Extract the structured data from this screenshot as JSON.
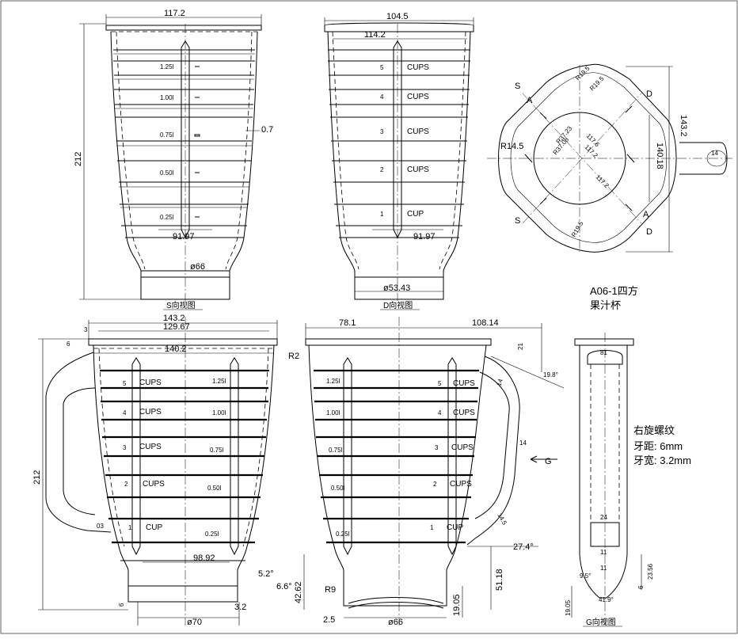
{
  "title": {
    "line1": "A06-1四方",
    "line2": "果汁杯"
  },
  "thread_note": {
    "line1": "右旋螺纹",
    "line2": "牙距: 6mm",
    "line3": "牙宽: 3.2mm"
  },
  "views": {
    "s_view": {
      "caption": "S向视图",
      "dims": {
        "top_width": "117.2",
        "height": "212",
        "inner_width": "91.97",
        "base_dia": "ø66",
        "rib": "0.7"
      },
      "scale": [
        "1.25l",
        "1.00l",
        "0.75l",
        "0.50l",
        "0.25l"
      ]
    },
    "d_view": {
      "caption": "D向视图",
      "dims": {
        "top_width": "104.5",
        "second_width": "114.2",
        "inner_width": "91.97",
        "base_dia": "ø53.43"
      },
      "scale": [
        {
          "num": "5",
          "label": "CUPS"
        },
        {
          "num": "4",
          "label": "CUPS"
        },
        {
          "num": "3",
          "label": "CUPS"
        },
        {
          "num": "2",
          "label": "CUPS"
        },
        {
          "num": "1",
          "label": "CUP"
        }
      ]
    },
    "top_view": {
      "dims": {
        "r_top": "R19.5",
        "r_top2": "R19.5",
        "r_side": "R14.5",
        "r_bottom": "R19.5",
        "r_inner1": "R37.23",
        "r_inner2": "R37.08",
        "d1": "117.6",
        "d2": "117.2",
        "d3": "117.2",
        "width": "143.2",
        "height": "140.18",
        "handle": "14"
      },
      "marks": {
        "s": "S",
        "a": "A",
        "d": "D"
      }
    },
    "front_view": {
      "dims": {
        "w_outer": "143.2",
        "w_rim": "129.67",
        "w_body": "140.2",
        "height": "212",
        "d3": "3",
        "d6": "6",
        "bottom_w": "98.92",
        "base_dia": "ø70",
        "base_h": "3.2",
        "angle1": "5.2°",
        "angle2": "6.6°",
        "h42": "42.62",
        "foot": "6",
        "mark": "03"
      },
      "cups": [
        {
          "num": "5",
          "label": "CUPS"
        },
        {
          "num": "4",
          "label": "CUPS"
        },
        {
          "num": "3",
          "label": "CUPS"
        },
        {
          "num": "2",
          "label": "CUPS"
        },
        {
          "num": "1",
          "label": "CUP"
        }
      ],
      "liters": [
        "1.25l",
        "1.00l",
        "0.75l",
        "0.50l",
        "0.25l"
      ]
    },
    "side_view": {
      "dims": {
        "w_top": "78.1",
        "w_right": "108.14",
        "r2": "R2",
        "d21": "21",
        "angle19": "19.8°",
        "d14a": "14",
        "d14b": "14",
        "d14c": "14.5",
        "angle27": "27.4°",
        "h51": "51.18",
        "r9": "R9",
        "h19": "19.05",
        "base_dia": "ø66",
        "gap": "2.5",
        "arrow_g": "G"
      },
      "cups": [
        {
          "num": "5",
          "label": "CUPS"
        },
        {
          "num": "4",
          "label": "CUPS"
        },
        {
          "num": "3",
          "label": "CUPS"
        },
        {
          "num": "2",
          "label": "CUPS"
        },
        {
          "num": "1",
          "label": "CUP"
        }
      ],
      "liters": [
        "1.25l",
        "1.00l",
        "0.75l",
        "0.50l",
        "0.25l"
      ]
    },
    "g_view": {
      "caption": "G向视图",
      "dims": {
        "top": "81",
        "mid": "24",
        "b11a": "11",
        "b11b": "11",
        "angle95": "9.5°",
        "angle419": "41.9°",
        "h19": "19.05",
        "h23": "23.56",
        "h6": "6"
      }
    }
  }
}
